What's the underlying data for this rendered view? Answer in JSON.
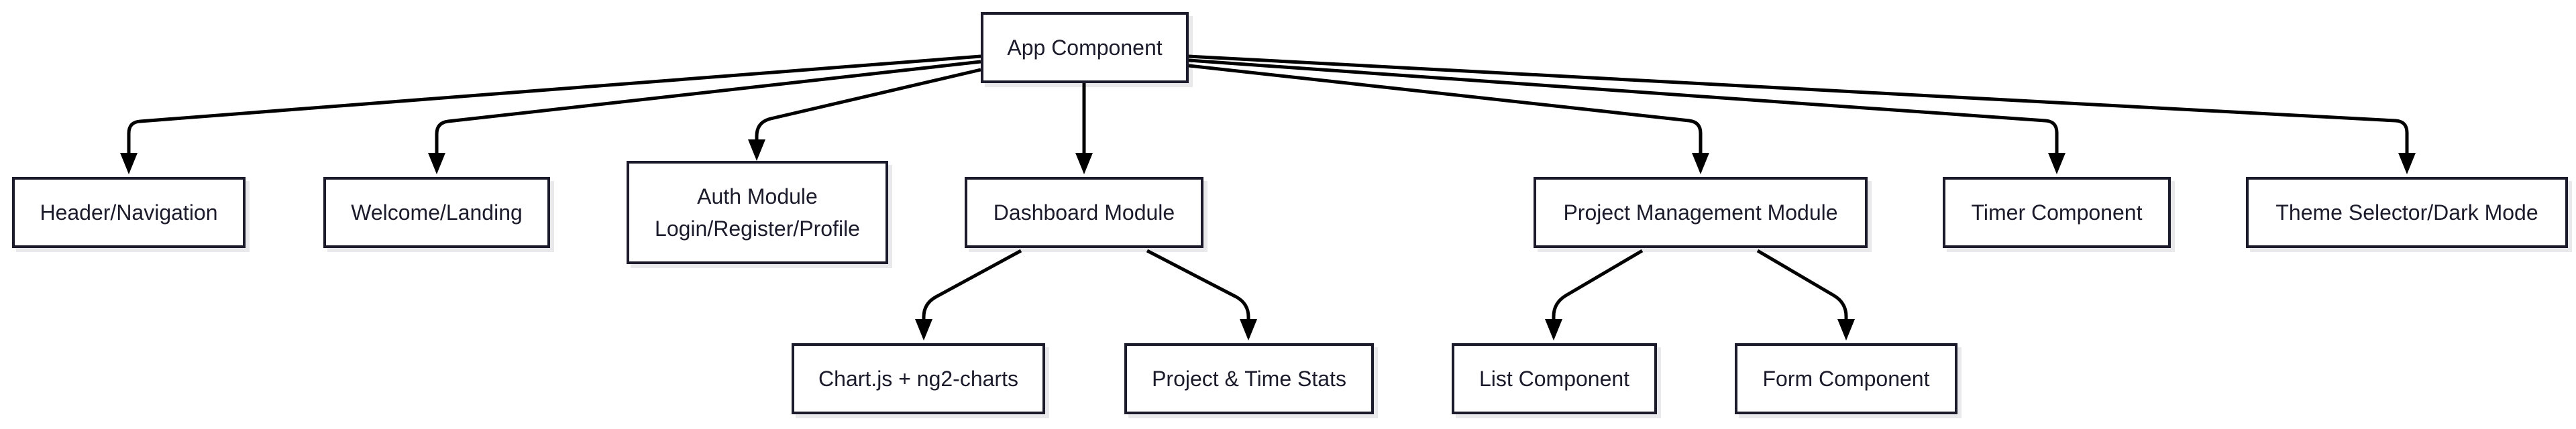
{
  "diagram": {
    "nodes": {
      "app": "App Component",
      "header": "Header/Navigation",
      "welcome": "Welcome/Landing",
      "auth": "Auth Module\nLogin/Register/Profile",
      "dashboard": "Dashboard Module",
      "project": "Project Management Module",
      "timer": "Timer Component",
      "theme": "Theme Selector/Dark Mode",
      "chart": "Chart.js + ng2-charts",
      "stats": "Project & Time Stats",
      "list": "List Component",
      "form": "Form Component"
    },
    "edges": [
      {
        "from": "App Component",
        "to": "Header/Navigation"
      },
      {
        "from": "App Component",
        "to": "Welcome/Landing"
      },
      {
        "from": "App Component",
        "to": "Auth Module"
      },
      {
        "from": "App Component",
        "to": "Dashboard Module"
      },
      {
        "from": "App Component",
        "to": "Project Management Module"
      },
      {
        "from": "App Component",
        "to": "Timer Component"
      },
      {
        "from": "App Component",
        "to": "Theme Selector/Dark Mode"
      },
      {
        "from": "Dashboard Module",
        "to": "Chart.js + ng2-charts"
      },
      {
        "from": "Dashboard Module",
        "to": "Project & Time Stats"
      },
      {
        "from": "Project Management Module",
        "to": "List Component"
      },
      {
        "from": "Project Management Module",
        "to": "Form Component"
      }
    ]
  },
  "colors": {
    "stroke": "#1b1b2b",
    "edge": "#000000",
    "background": "#ffffff"
  }
}
